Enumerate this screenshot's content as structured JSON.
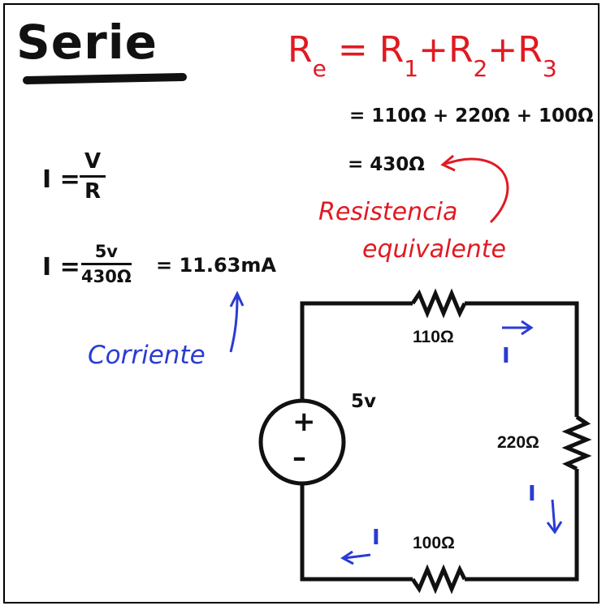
{
  "title": "Serie",
  "formula": {
    "lhs": "R",
    "lhs_sub": "e",
    "eq": "=",
    "terms": [
      {
        "base": "R",
        "sub": "1"
      },
      {
        "base": "R",
        "sub": "2"
      },
      {
        "base": "R",
        "sub": "3"
      }
    ],
    "plus": "+"
  },
  "calc": {
    "line1": "= 110Ω + 220Ω + 100Ω",
    "line2": "= 430Ω"
  },
  "ohms_law": {
    "lhs": "I =",
    "num": "V",
    "den": "R"
  },
  "current_calc": {
    "lhs": "I =",
    "num": "5v",
    "den": "430Ω",
    "result": "= 11.63mA"
  },
  "labels": {
    "resistencia": "Resistencia",
    "equivalente": "equivalente",
    "corriente": "Corriente"
  },
  "circuit": {
    "r1": "110Ω",
    "r2": "220Ω",
    "r3": "100Ω",
    "source_voltage": "5v",
    "source_plus": "+",
    "source_minus": "–",
    "current_symbol": "I"
  },
  "colors": {
    "formula": "#e01a22",
    "annotation_red": "#e01a22",
    "annotation_blue": "#2a3bd3",
    "ink": "#111111"
  }
}
